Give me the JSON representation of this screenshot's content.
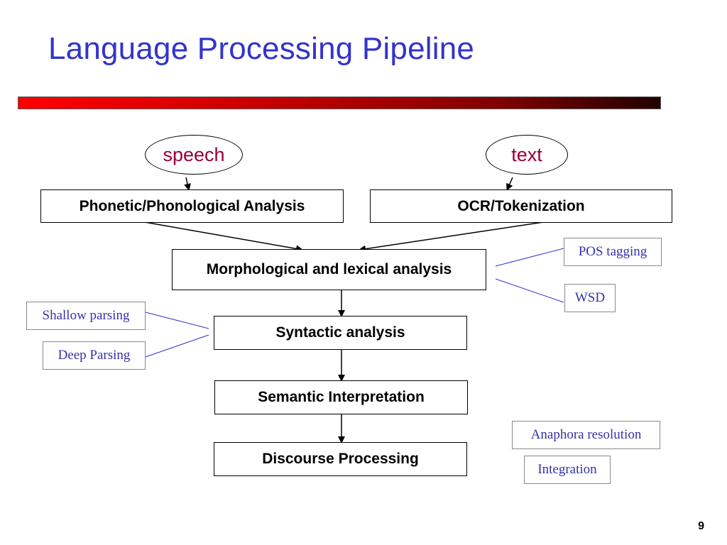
{
  "slide": {
    "title": "Language Processing Pipeline",
    "page_number": "9"
  },
  "inputs": {
    "speech": "speech",
    "text": "text"
  },
  "stages": {
    "phonetic": "Phonetic/Phonological Analysis",
    "ocr": "OCR/Tokenization",
    "morphological": "Morphological and lexical analysis",
    "syntactic": "Syntactic analysis",
    "semantic": "Semantic Interpretation",
    "discourse": "Discourse Processing"
  },
  "annotations": {
    "pos_tagging": "POS tagging",
    "wsd": "WSD",
    "shallow_parsing": "Shallow parsing",
    "deep_parsing": "Deep Parsing",
    "anaphora_resolution": "Anaphora resolution",
    "integration": "Integration"
  },
  "colors": {
    "title": "#3333cc",
    "input_text": "#990033",
    "annotation_text": "#3333aa",
    "annotation_line": "#3333cc",
    "bar_start": "#ff0000",
    "bar_end": "#220000"
  }
}
